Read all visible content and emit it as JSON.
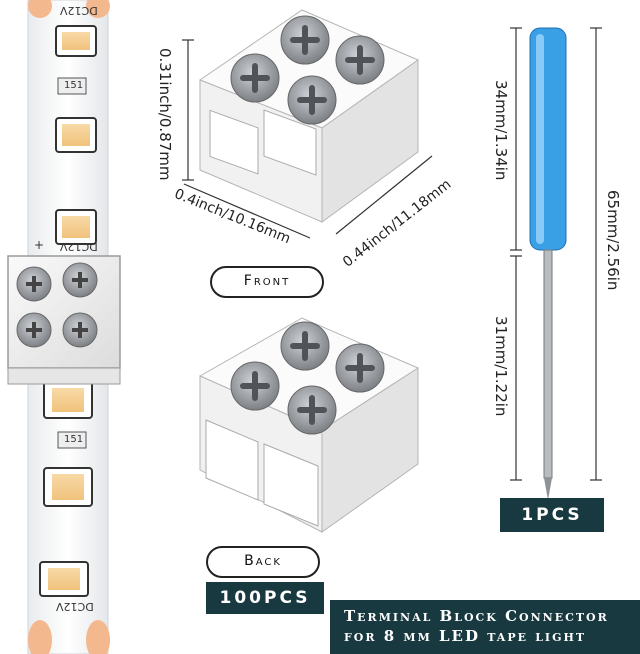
{
  "strip": {
    "voltage_mark": "DC12V",
    "resistor_mark": "151",
    "polarity_plus": "+"
  },
  "dimensions": {
    "height": "0.31inch/0.87mm",
    "width": "0.4inch/10.16mm",
    "depth": "0.44inch/11.18mm",
    "screwdriver_handle": "34mm/1.34in",
    "screwdriver_total": "65mm/2.56in",
    "screwdriver_shaft": "31mm/1.22in"
  },
  "views": {
    "front": "Front",
    "back": "Back"
  },
  "quantities": {
    "connectors": "100PCS",
    "screwdriver": "1PCS"
  },
  "caption": {
    "line1": "Terminal Block Connector",
    "line2": "for 8 mm LED tape light"
  }
}
